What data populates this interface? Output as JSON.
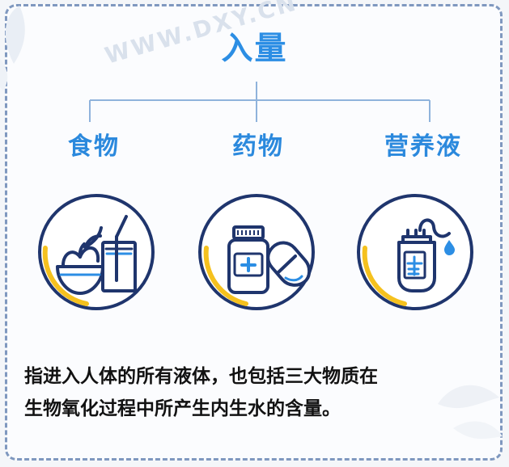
{
  "heading": {
    "title": "入量"
  },
  "categories": [
    {
      "label": "食物",
      "icon": "food-bowl-and-water-cup-icon"
    },
    {
      "label": "药物",
      "icon": "medicine-bottle-and-capsule-icon"
    },
    {
      "label": "营养液",
      "icon": "iv-nutrition-bag-icon"
    }
  ],
  "description": {
    "line1": "指进入人体的所有液体，也包括三大物质在",
    "line2": "生物氧化过程中所产生内生水的含量。"
  },
  "watermark": {
    "text": "WWW.DXY.CN"
  },
  "colors": {
    "accent_blue": "#2c8ee4",
    "line_blue": "#8fb3dc",
    "icon_navy": "#1f356d",
    "icon_blue": "#2c8ee4",
    "accent_yellow": "#f5c11e",
    "frame_dash": "#7f98bf",
    "text_dark": "#121212"
  }
}
